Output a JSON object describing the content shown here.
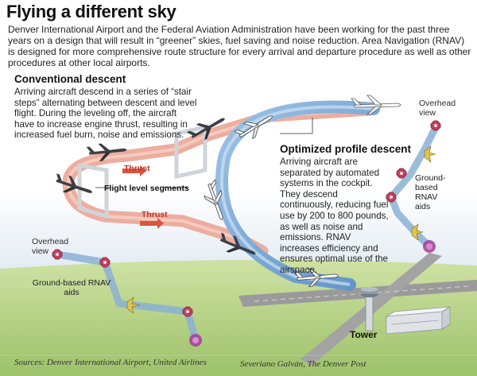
{
  "title": "Flying a different sky",
  "intro": "Denver International Airport and the Federal Aviation Administration have been working for the past three years on a design that will result in “greener” skies, fuel saving and noise reduction. Area Navigation (RNAV) is designed for more comprehensive route structure for every arrival and departure procedure as well as other procedures at other local airports.",
  "conventional": {
    "heading": "Conventional descent",
    "text": "Arriving aircraft descend in a series of “stair steps” alternating between descent and level flight. During the leveling off, the aircraft have to increase engine thrust, resulting in increased fuel burn, noise and emissions."
  },
  "optimized": {
    "heading": "Optimized profile descent",
    "text": "Arriving aircraft are separated by automated systems in the cockpit. They descend continuously, reducing fuel use by 200 to 800 pounds, as well as noise and emissions. RNAV increases efficiency and ensures optimal use of the airspace."
  },
  "labels": {
    "thrust": "Thrust",
    "flight_level_segments": "Flight level segments",
    "overhead_view": "Overhead view",
    "ground_aids_right": "Ground-based RNAV aids",
    "ground_aids_left": "Ground-based RNAV aids",
    "tower": "Tower"
  },
  "credits": {
    "sources": "Sources: Denver International Airport, United Airlines",
    "artist": "Severiano Galván, The Denver Post"
  },
  "colors": {
    "conventional_path": "#e8a091",
    "optimized_path": "#7aa7d4",
    "thrust_label": "#c0392b",
    "ground_aid": "#c2405c",
    "aircraft_marker": "#d9c24a",
    "grass": "#b3cf7e",
    "sky": "#e7eef5"
  }
}
